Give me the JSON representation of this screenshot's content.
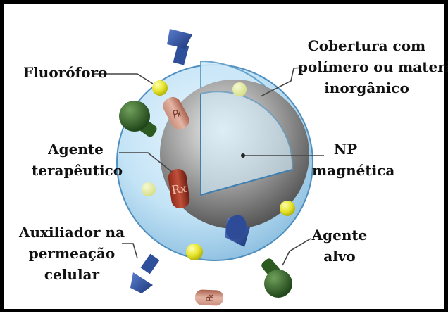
{
  "labels": {
    "fluoroforo": "Fluoróforo",
    "cobertura": [
      "Cobertura com",
      "polímero ou material",
      "inorgânico"
    ],
    "agente_terapeutico": [
      "Agente",
      "terapêutico"
    ],
    "np_magnetica": [
      "NP",
      "magnética"
    ],
    "auxiliador": [
      "Auxiliador na",
      "permeação",
      "celular"
    ],
    "agente_alvo": [
      "Agente",
      "alvo"
    ]
  },
  "drug_symbol": "Rx",
  "colors": {
    "frame": "#000000",
    "shell": "#b8dcf2",
    "core": "#7a7a7a",
    "fluorophore": "#e8e82a",
    "targeting_agent": "#2f5e22",
    "permeation_agent": "#2b4a94",
    "therapeutic_capsule": "#b0705c"
  }
}
